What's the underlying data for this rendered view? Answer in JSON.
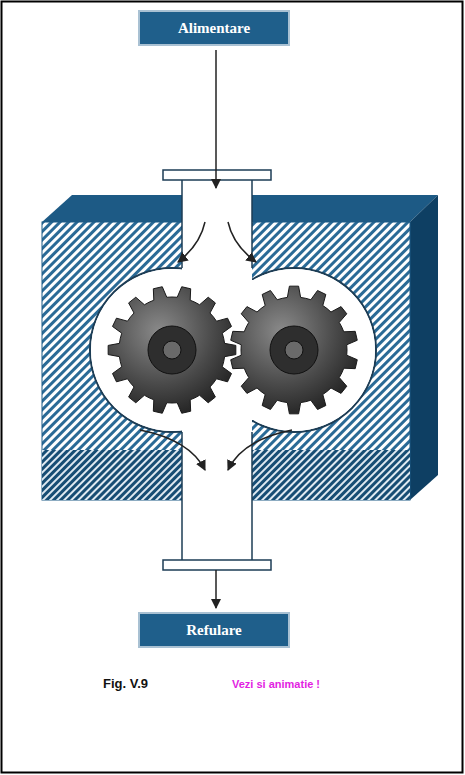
{
  "diagram": {
    "nodes": [
      {
        "text": [
          "Alimentare"
        ]
      },
      {
        "text": [
          "Refulare"
        ]
      }
    ],
    "labels": [
      "Fig. V.9",
      "Vezi si animatie !"
    ]
  }
}
